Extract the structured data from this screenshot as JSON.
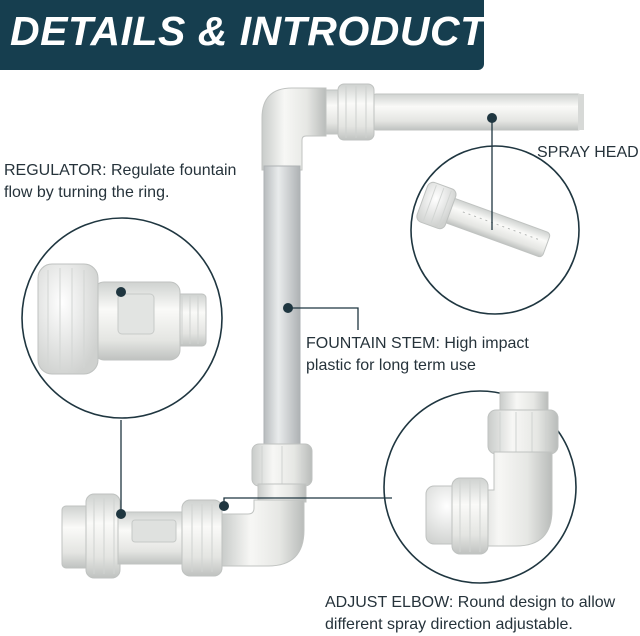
{
  "header": {
    "title": "DETAILS & INTRODUCTION"
  },
  "callouts": {
    "regulator": {
      "name": "REGULATOR:",
      "desc_line1": "Regulate fountain",
      "desc_line2": "flow by turning the ring."
    },
    "spray_head": {
      "name": "SPRAY HEAD"
    },
    "fountain_stem": {
      "name": "FOUNTAIN STEM:",
      "desc_line1": "High impact",
      "desc_line2": "plastic for long term use"
    },
    "adjust_elbow": {
      "name": "ADJUST ELBOW:",
      "desc_line1": "Round design to allow",
      "desc_line2": "different spray direction adjustable."
    }
  },
  "colors": {
    "banner": "#163e4f",
    "leader_lines": "#1f3640",
    "pvc_white": "#f1f1ee"
  }
}
